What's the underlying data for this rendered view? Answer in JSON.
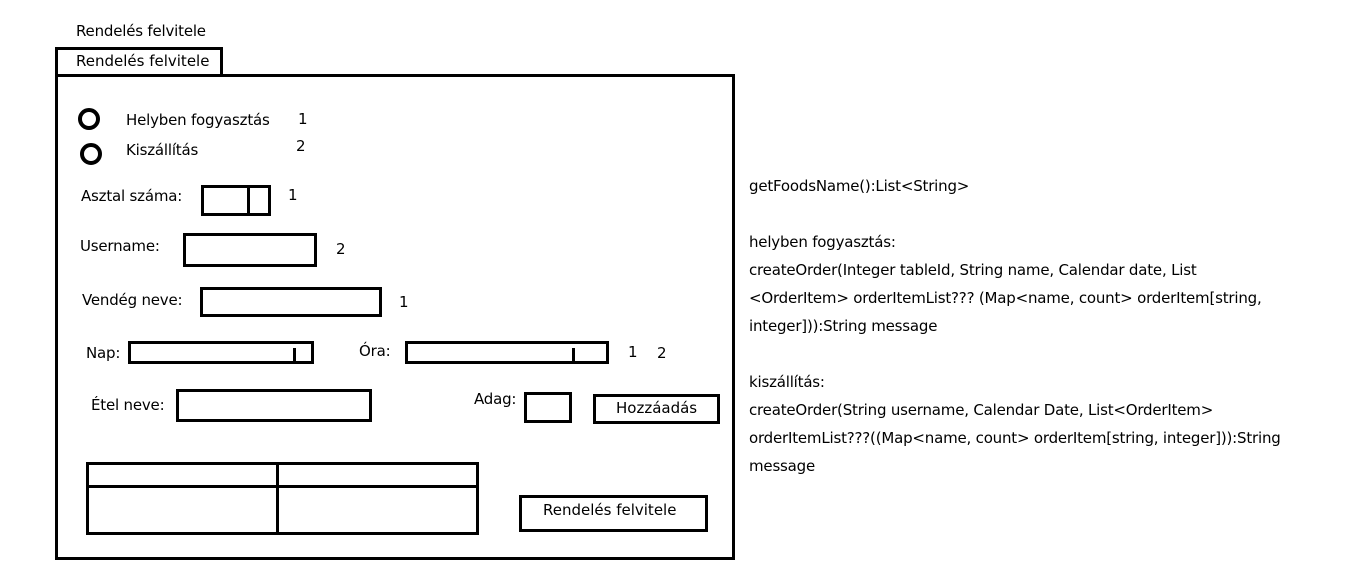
{
  "window": {
    "title": "Rendelés felvitele",
    "tab_label": "Rendelés felvitele"
  },
  "order_type": {
    "options": [
      {
        "label": "Helyben fogyasztás",
        "note": "1"
      },
      {
        "label": "Kiszállítás",
        "note": "2"
      }
    ]
  },
  "form": {
    "table_number_label": "Asztal száma:",
    "table_number_note": "1",
    "username_label": "Username:",
    "username_note": "2",
    "guest_name_label": "Vendég neve:",
    "guest_name_note": "1",
    "day_label": "Nap:",
    "hour_label": "Óra:",
    "datetime_note_1": "1",
    "datetime_note_2": "2",
    "food_name_label": "Étel neve:",
    "portion_label": "Adag:",
    "add_button_label": "Hozzáadás",
    "submit_button_label": "Rendelés felvitele"
  },
  "notes": {
    "lines": [
      "getFoodsName():List<String>",
      "",
      "helyben fogyasztás:",
      "createOrder(Integer tableId, String name, Calendar date, List",
      "<OrderItem> orderItemList??? (Map<name, count> orderItem[string,",
      "integer])):String message",
      "",
      "kiszállítás:",
      "createOrder(String username, Calendar Date, List<OrderItem>",
      "orderItemList???((Map<name, count> orderItem[string, integer])):String",
      "message"
    ]
  }
}
